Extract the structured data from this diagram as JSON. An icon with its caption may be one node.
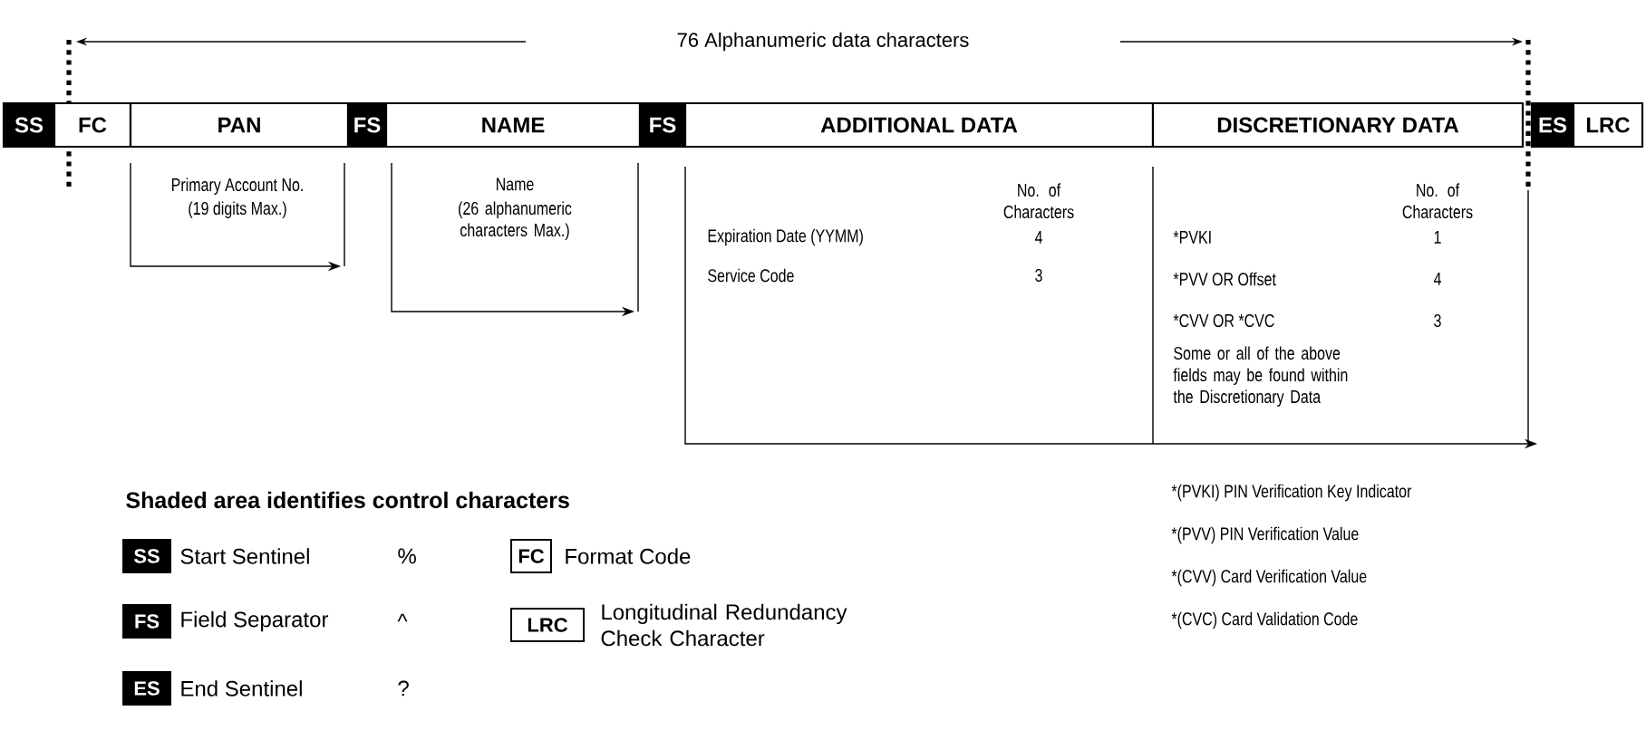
{
  "diagram": {
    "nodes": [
      {
        "text": [
          "SS"
        ]
      },
      {
        "text": [
          "FC"
        ]
      },
      {
        "text": [
          "PAN"
        ]
      },
      {
        "text": [
          "FS"
        ]
      },
      {
        "text": [
          "NAME"
        ]
      },
      {
        "text": [
          "FS"
        ]
      },
      {
        "text": [
          "ADDITIONAL DATA"
        ]
      },
      {
        "text": [
          "DISCRETIONARY DATA"
        ]
      },
      {
        "text": [
          "ES"
        ]
      },
      {
        "text": [
          "LRC"
        ]
      },
      {
        "text": [
          "Primary Account No.",
          "(19 digits Max.)"
        ]
      },
      {
        "text": [
          "Name",
          "(26 alphanumeric characters Max.)"
        ]
      },
      {
        "text": [
          "No. of Characters",
          "Expiration Date (YYMM)",
          "4",
          "Service Code",
          "3"
        ]
      },
      {
        "text": [
          "No. of Characters",
          "*PVKI",
          "1",
          "*PVV OR Offset",
          "4",
          "*CVV OR *CVC",
          "3",
          "Some or all of the above fields may be found within the Discretionary Data"
        ]
      },
      {
        "text": [
          "SS"
        ],
        "beside": [
          "Start Sentinel"
        ]
      },
      {
        "text": [
          "FS"
        ],
        "beside": [
          "Field Separator"
        ]
      },
      {
        "text": [
          "ES"
        ],
        "beside": [
          "End Sentinel"
        ]
      },
      {
        "text": [
          "FC"
        ],
        "beside": [
          "Format Code"
        ]
      },
      {
        "text": [
          "LRC"
        ],
        "beside": [
          "Longitudinal Redundancy Check Character"
        ]
      }
    ],
    "labels": [
      "76 Alphanumeric data characters",
      "Shaded area identifies control characters",
      "%",
      "^",
      "?",
      "*(PVKI) PIN Verification Key Indicator",
      "*(PVV) PIN Verification Value",
      "*(CVV) Card Verification Value",
      "*(CVC) Card Validation Code"
    ]
  }
}
